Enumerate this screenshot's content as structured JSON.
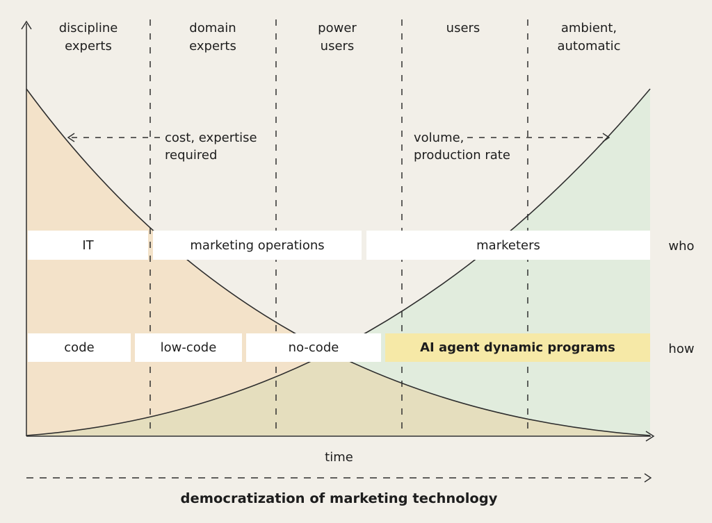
{
  "title": "democratization of marketing technology",
  "axis": {
    "x_label": "time"
  },
  "columns": [
    {
      "label": "discipline\nexperts"
    },
    {
      "label": "domain\nexperts"
    },
    {
      "label": "power\nusers"
    },
    {
      "label": "users"
    },
    {
      "label": "ambient,\nautomatic"
    }
  ],
  "annotations": {
    "cost_label": "cost, expertise\nrequired",
    "volume_label": "volume,\nproduction rate"
  },
  "rows": {
    "who": {
      "side_label": "who",
      "segments": [
        {
          "label": "IT"
        },
        {
          "label": "marketing operations"
        },
        {
          "label": "marketers"
        }
      ]
    },
    "how": {
      "side_label": "how",
      "segments": [
        {
          "label": "code"
        },
        {
          "label": "low-code"
        },
        {
          "label": "no-code"
        },
        {
          "label": "AI agent dynamic programs"
        }
      ]
    }
  },
  "curves": {
    "cost_curve": "cost, expertise required (decreasing over time)",
    "volume_curve": "volume, production rate (increasing over time)"
  },
  "colors": {
    "background": "#f2efe8",
    "cost_fill": "#f3e2c9",
    "volume_fill": "#e1ecdd",
    "overlap_fill": "#e5debe",
    "highlight_fill": "#f6e9a7",
    "band_fill": "#ffffff",
    "line": "#2e2e2e",
    "text": "#1d1d1d"
  }
}
